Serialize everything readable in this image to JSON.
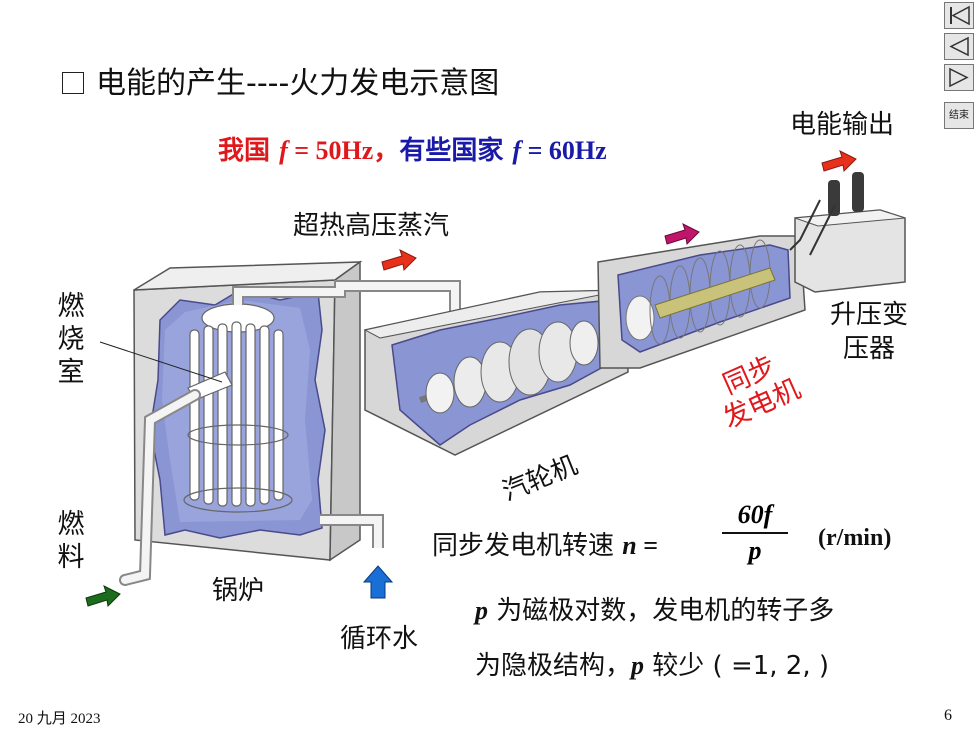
{
  "slide": {
    "title": "电能的产生----火力发电示意图",
    "freq_left_prefix": "我国 ",
    "freq_left_var": "f",
    "freq_left_value": " = 50Hz",
    "freq_separator": "，",
    "freq_right_prefix": "有些国家 ",
    "freq_right_var": "f",
    "freq_right_value": " = 60Hz",
    "footer_date": "20 九月 2023",
    "page_number": "6"
  },
  "labels": {
    "output": "电能输出",
    "steam": "超热高压蒸汽",
    "combustion_1": "燃",
    "combustion_2": "烧",
    "combustion_3": "室",
    "fuel_1": "燃",
    "fuel_2": "料",
    "boiler": "锅炉",
    "water": "循环水",
    "turbine": "汽轮机",
    "generator_1": "同步",
    "generator_2": "发电机",
    "transformer_1": "升压变",
    "transformer_2": "压器"
  },
  "formula": {
    "prefix": "同步发电机转速 ",
    "var": "n",
    "eq": " = ",
    "numerator": "60f",
    "denominator": "p",
    "unit": "(r/min)"
  },
  "notes": {
    "line1_var": "p",
    "line1_text": " 为磁极对数，发电机的转子多",
    "line2_text_a": "为隐极结构，",
    "line2_var": "p",
    "line2_text_b": " 较少 ( =1, 2, )"
  },
  "nav": {
    "end_label": "结束",
    "icons": [
      "first-page-icon",
      "prev-page-icon",
      "next-page-icon"
    ]
  },
  "colors": {
    "red": "#e0181c",
    "blue": "#1a1aa8",
    "water_fill": "#8a95d4",
    "casing": "#d9d9d9",
    "arrow_red": "#e8311c",
    "arrow_magenta": "#c0156a",
    "arrow_green": "#1d6b1d",
    "arrow_blue": "#1a6fd6"
  }
}
